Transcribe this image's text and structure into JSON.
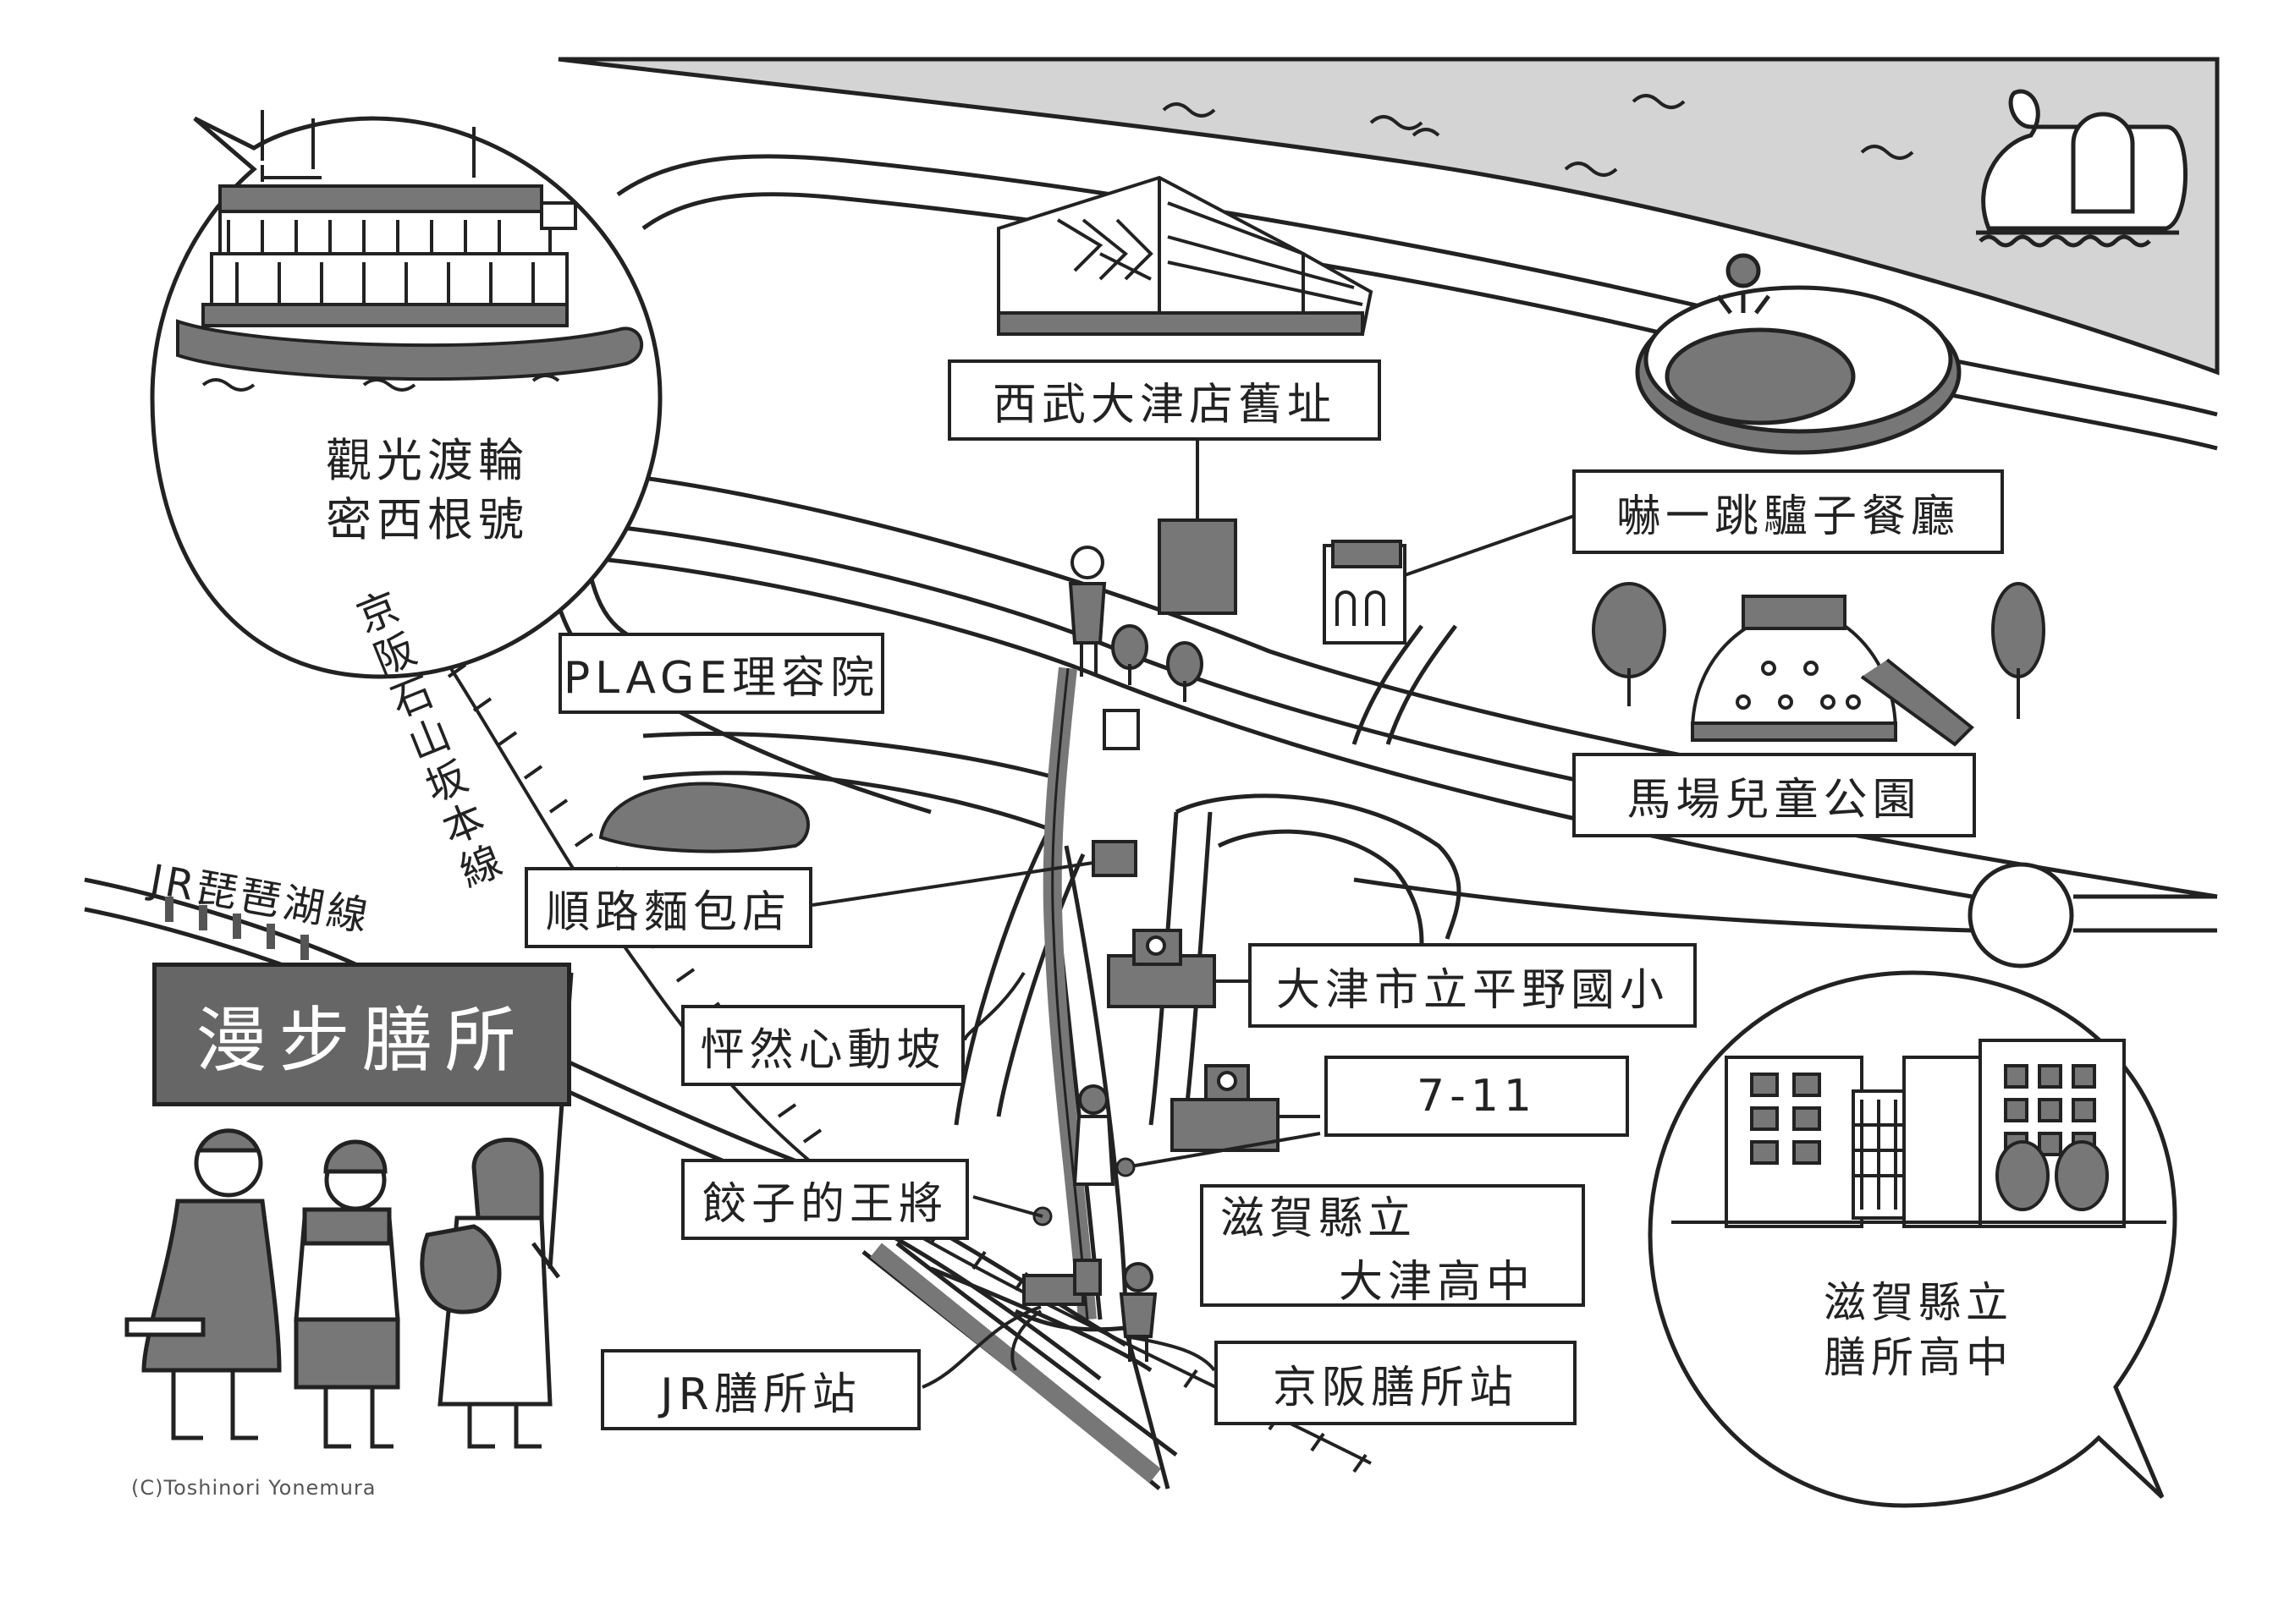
{
  "title": "漫步膳所",
  "credit": "(C)Toshinori Yonemura",
  "colors": {
    "lake": "#d4d4d4",
    "ink": "#222222",
    "accent_gray": "#777777",
    "paper": "#ffffff"
  },
  "rail_lines": {
    "jr_line": "JR琵琶湖線",
    "keihan_line": "京阪石山坂本線"
  },
  "callouts": {
    "ferry": [
      "觀光渡輪",
      "密西根號"
    ],
    "school": [
      "滋賀縣立",
      "膳所高中"
    ]
  },
  "landmarks": {
    "seibu": "西武大津店舊址",
    "restaurant": "嚇一跳驢子餐廳",
    "plage": "PLAGE理容院",
    "park": "馬場兒童公園",
    "bakery": "順路麵包店",
    "elementary": "大津市立平野國小",
    "slope": "怦然心動坡",
    "seven": "7-11",
    "gyoza": "餃子的王將",
    "otsu_high": [
      "滋賀縣立",
      "大津高中"
    ],
    "jr_station": "JR膳所站",
    "keihan_station": "京阪膳所站"
  },
  "icons": [
    "ferry-icon",
    "swan-boat-icon",
    "fountain-icon",
    "seibu-building-icon",
    "restaurant-icon",
    "playground-dome-icon",
    "tree-icon",
    "school-building-icon",
    "bread-icon",
    "clock-building-icon",
    "walking-people-icon",
    "train-track-icon",
    "banner-flag-icon",
    "wave-icon"
  ]
}
